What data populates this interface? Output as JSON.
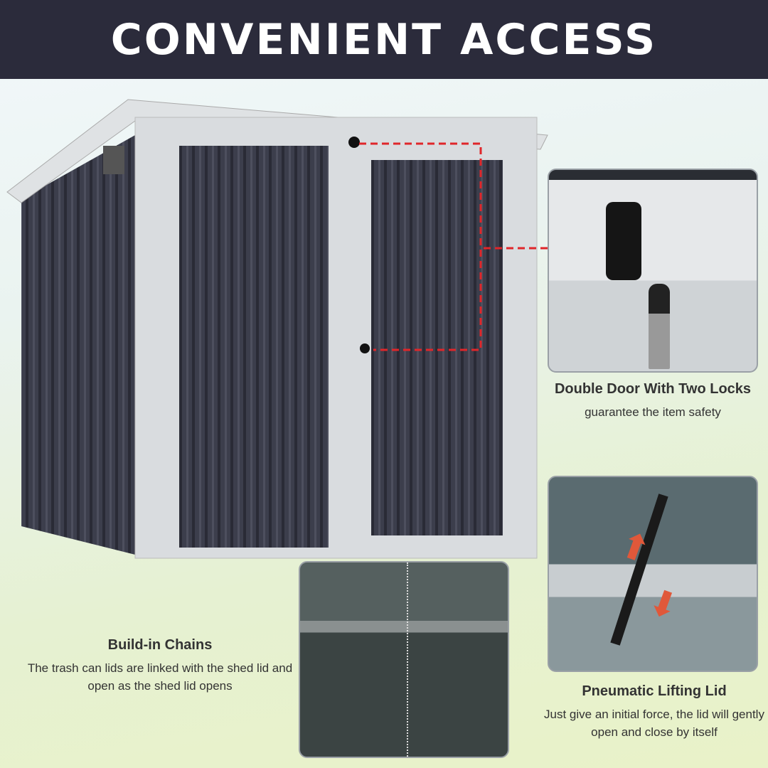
{
  "banner": {
    "title": "CONVENIENT ACCESS"
  },
  "features": [
    {
      "title": "Double Door With Two Locks",
      "description": "guarantee the item safety"
    },
    {
      "title": "Build-in Chains",
      "description": "The trash can lids are linked with the shed lid and open as the shed lid opens"
    },
    {
      "title": "Pneumatic Lifting Lid",
      "description": "Just give an initial force, the lid will gently open and close by itself"
    }
  ],
  "colors": {
    "banner": "#2b2b3b",
    "accent_dashes": "#e0262a",
    "panel": "#3c3e4c",
    "frame": "#d9dcdf"
  }
}
